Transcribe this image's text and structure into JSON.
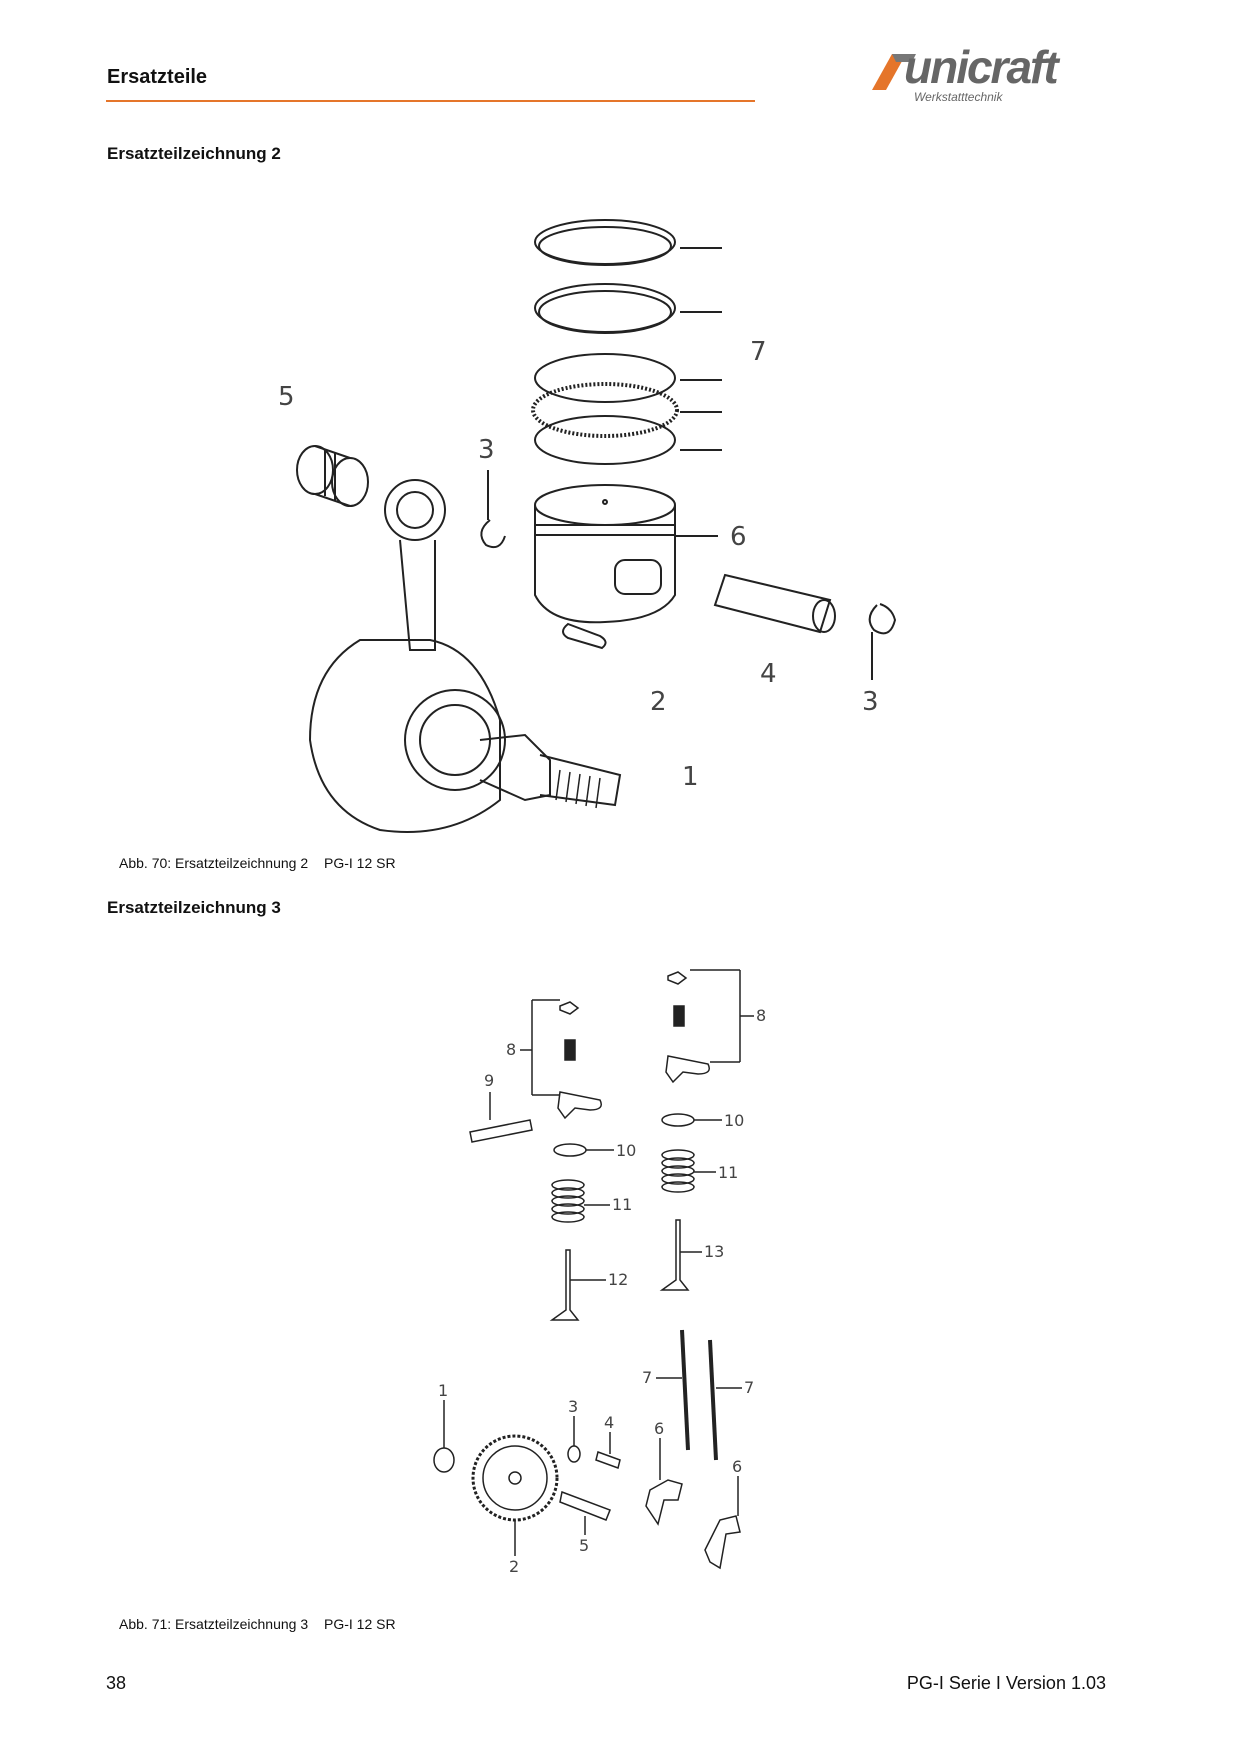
{
  "header": {
    "title": "Ersatzteile",
    "logo": {
      "name": "unicraft",
      "subtitle": "Werkstatttechnik",
      "accent": "#e5752a"
    }
  },
  "drawing2": {
    "title": "Ersatzteilzeichnung 2",
    "callouts": [
      "7",
      "5",
      "3",
      "6",
      "4",
      "2",
      "3",
      "1"
    ],
    "caption": {
      "label": "Abb. 70: Ersatzteilzeichnung 2",
      "model": "PG-I 12 SR"
    }
  },
  "drawing3": {
    "title": "Ersatzteilzeichnung 3",
    "callouts": [
      "8",
      "8",
      "9",
      "10",
      "10",
      "11",
      "11",
      "12",
      "13",
      "7",
      "7",
      "1",
      "3",
      "4",
      "6",
      "6",
      "2",
      "5"
    ],
    "caption": {
      "label": "Abb. 71: Ersatzteilzeichnung 3",
      "model": "PG-I 12 SR"
    }
  },
  "footer": {
    "page_number": "38",
    "doc_version": "PG-I Serie I Version 1.03"
  },
  "colors": {
    "accent": "#e5752a",
    "text": "#111111",
    "line": "#222222"
  }
}
